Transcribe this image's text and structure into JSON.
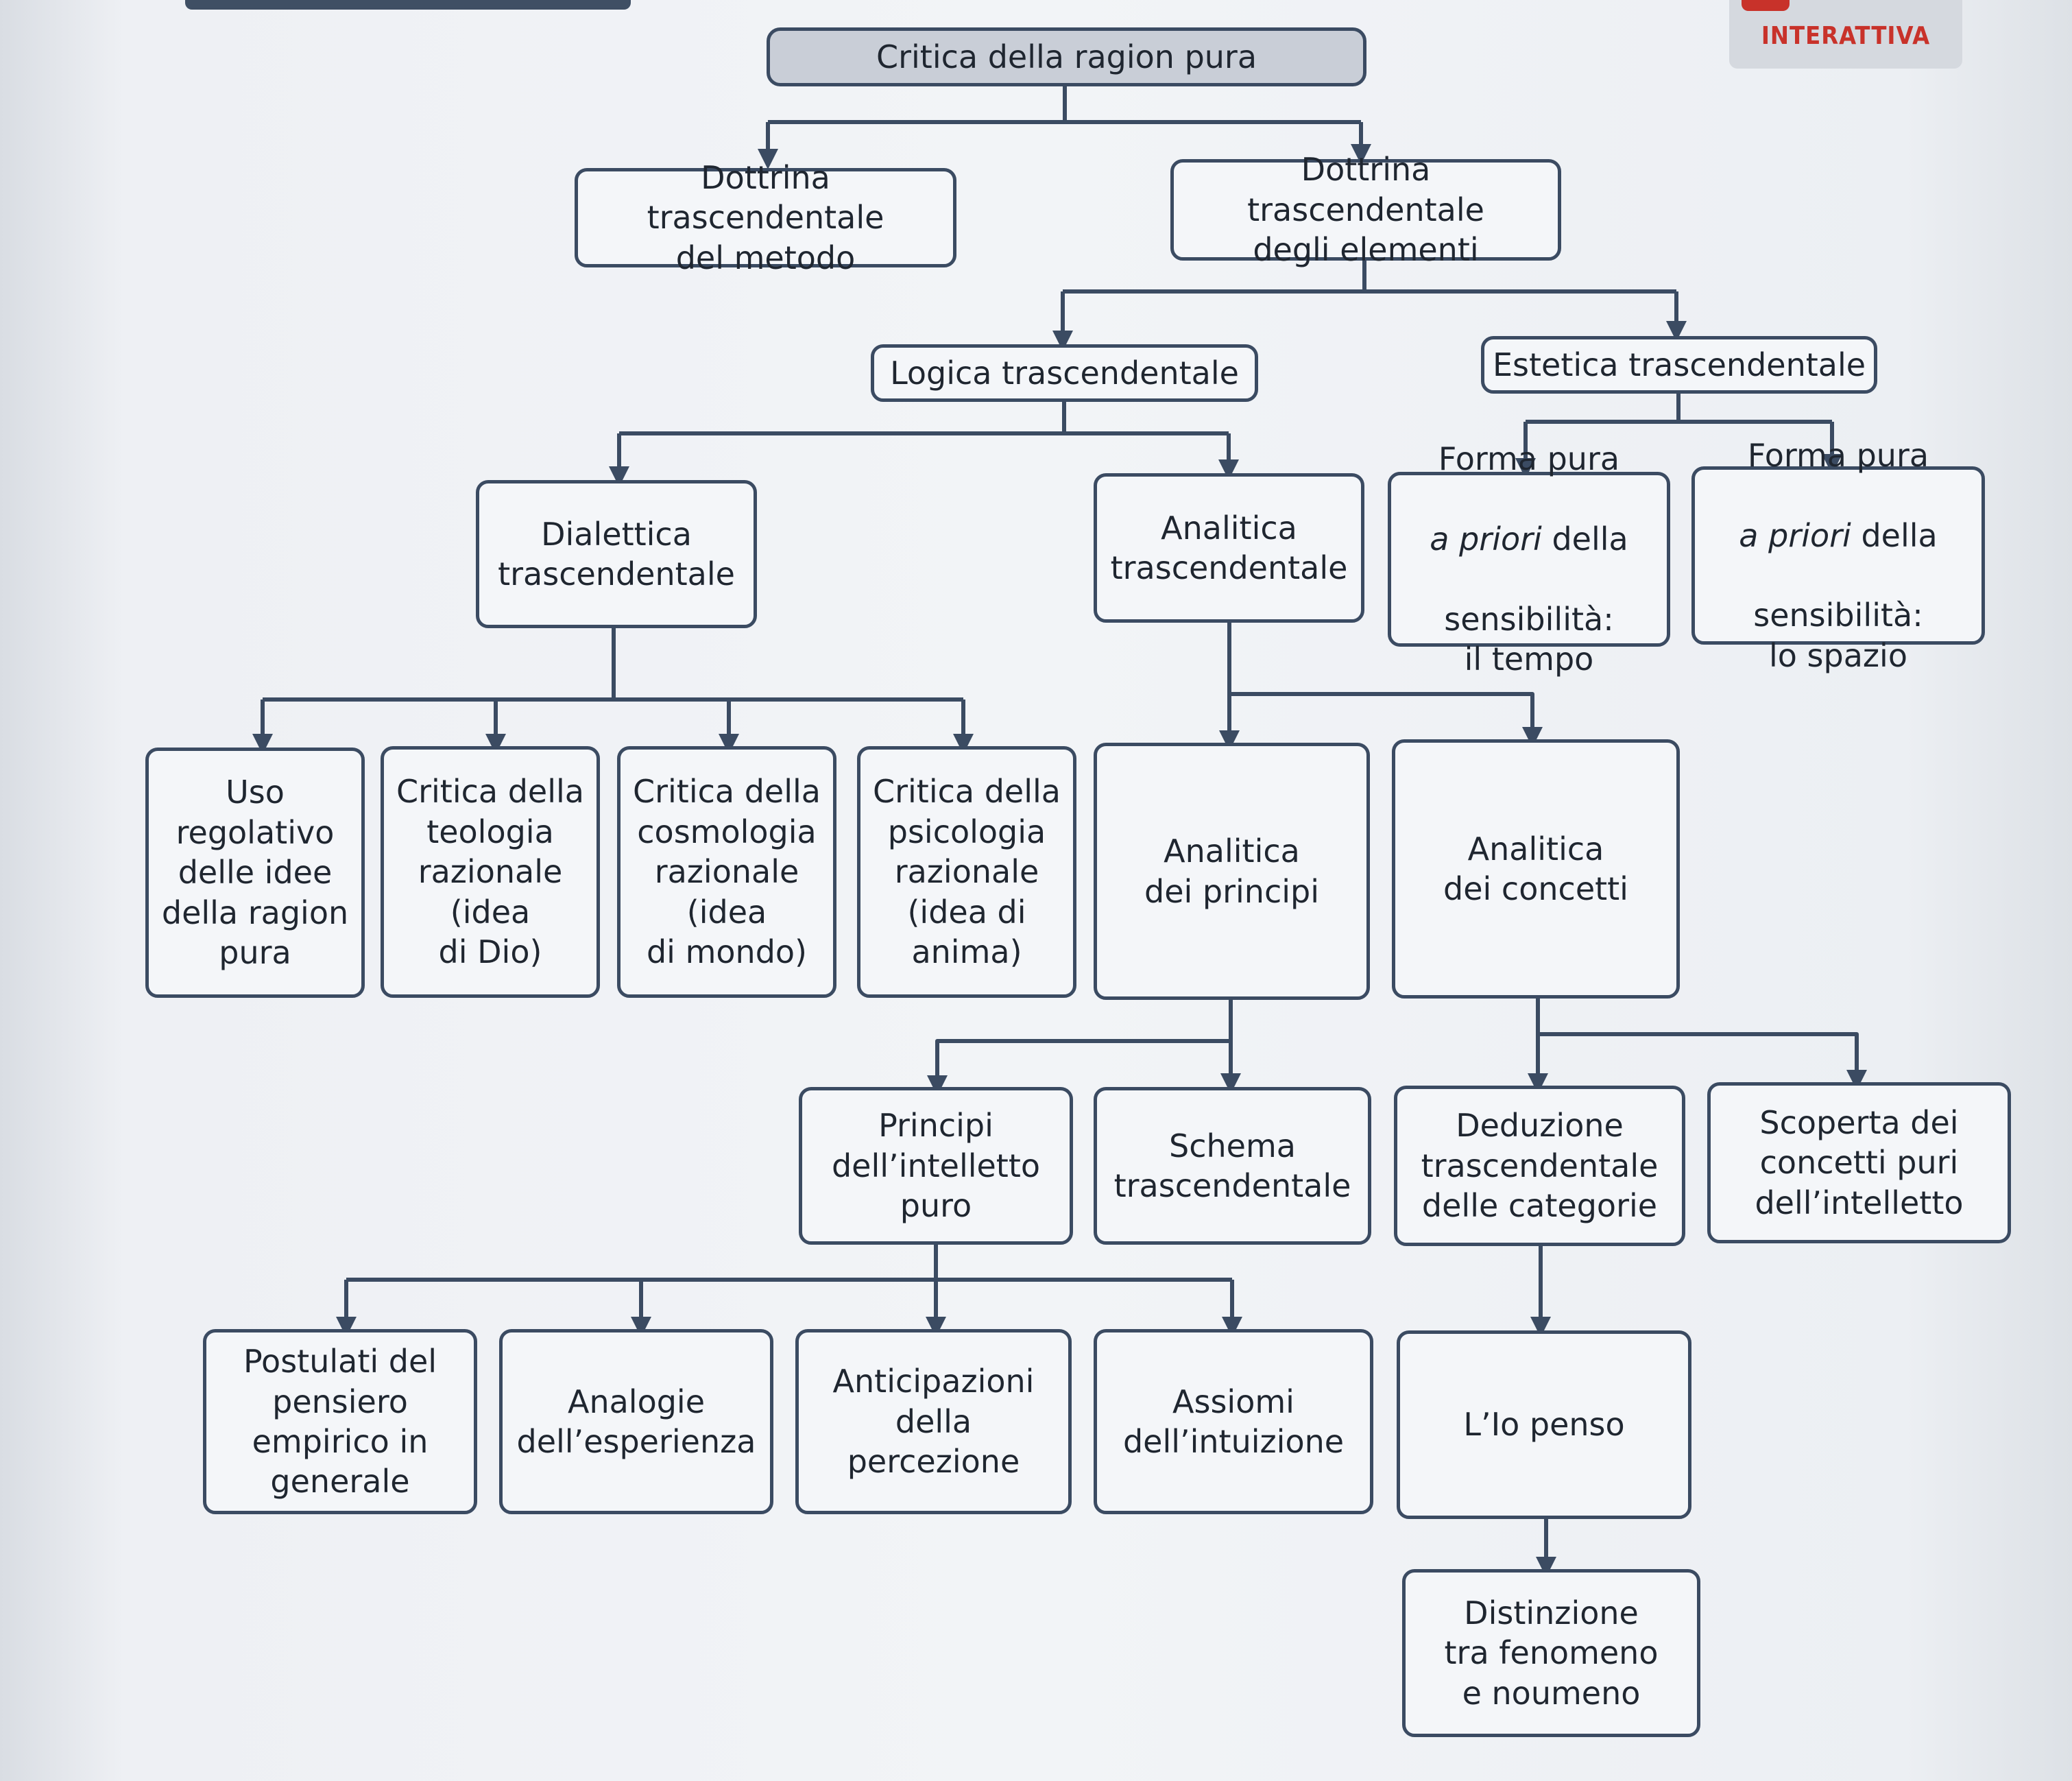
{
  "badge": {
    "label": "INTERATTIVA"
  },
  "root": "Critica della ragion pura",
  "dottrina_metodo": "Dottrina trascendentale\ndel metodo",
  "dottrina_elementi": "Dottrina trascendentale\ndegli elementi",
  "logica": "Logica trascendentale",
  "estetica": "Estetica trascendentale",
  "dialettica": "Dialettica\ntrascendentale",
  "analitica": "Analitica\ntrascendentale",
  "forma_tempo": {
    "line1": "Forma pura",
    "italic": "a priori",
    "after": " della",
    "rest": "sensibilità:\nil tempo"
  },
  "forma_spazio": {
    "line1": "Forma pura",
    "italic": "a priori",
    "after": " della",
    "rest": "sensibilità:\nlo spazio"
  },
  "uso_regolativo": "Uso\nregolativo\ndelle idee\ndella ragion\npura",
  "critica_teologia": "Critica della\nteologia\nrazionale\n(idea\ndi Dio)",
  "critica_cosmologia": "Critica della\ncosmologia\nrazionale\n(idea\ndi mondo)",
  "critica_psicologia": "Critica della\npsicologia\nrazionale\n(idea di\nanima)",
  "analitica_principi": "Analitica\ndei principi",
  "analitica_concetti": "Analitica\ndei concetti",
  "principi_intelletto": "Principi\ndell’intelletto\npuro",
  "schema": "Schema\ntrascendentale",
  "deduzione": "Deduzione\ntrascendentale\ndelle categorie",
  "scoperta": "Scoperta dei\nconcetti puri\ndell’intelletto",
  "postulati": "Postulati del\npensiero\nempirico in\ngenerale",
  "analogie": "Analogie\ndell’esperienza",
  "anticipazioni": "Anticipazioni\ndella\npercezione",
  "assiomi": "Assiomi\ndell’intuizione",
  "io_penso": "L’Io penso",
  "distinzione": "Distinzione\ntra fenomeno\ne noumeno"
}
